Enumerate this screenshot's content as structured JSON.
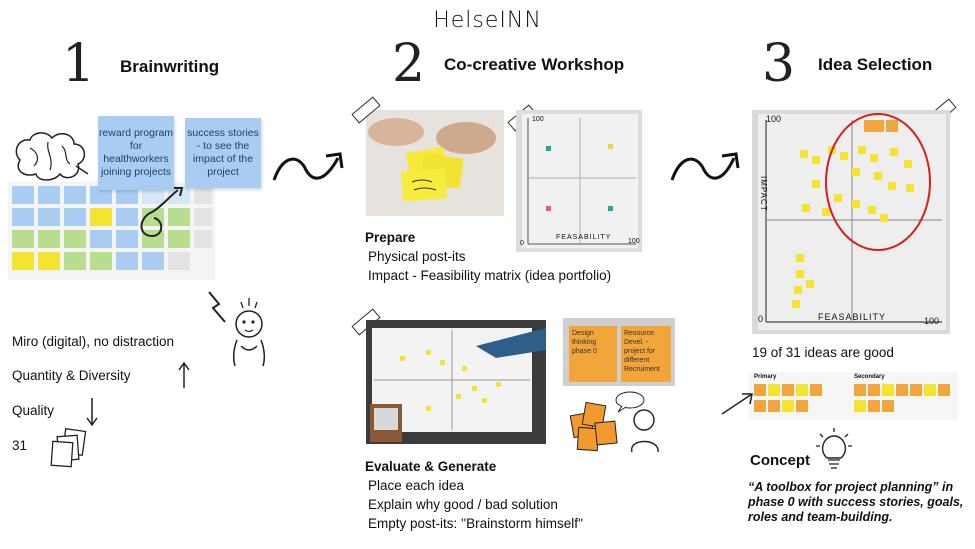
{
  "header": {
    "title": "HelseINN"
  },
  "phase1": {
    "number": "1",
    "title": "Brainwriting",
    "note_a": "reward program for healthworkers joining projects",
    "note_b": "success stories - to see the impact of the project",
    "lines": [
      "Miro (digital), no distraction",
      "Quantity & Diversity",
      "Quality",
      "31"
    ]
  },
  "phase2": {
    "number": "2",
    "title": "Co-creative Workshop",
    "prepare": {
      "heading": "Prepare",
      "items": [
        "Physical post-its",
        "Impact - Feasibility matrix (idea portfolio)"
      ]
    },
    "matrix": {
      "axis_max_y": "100",
      "axis_max_x": "100",
      "origin": "0",
      "x_label": "FEASABILITY"
    },
    "photo_note_a": "Design thinking phase 0",
    "photo_note_b": "Resource Devel. - project for different Recruiment",
    "evaluate": {
      "heading": "Evaluate & Generate",
      "items": [
        "Place each idea",
        "Explain why good / bad solution",
        "Empty post-its: ''Brainstorm himself''"
      ]
    }
  },
  "phase3": {
    "number": "3",
    "title": "Idea Selection",
    "matrix": {
      "axis_max_y": "100",
      "axis_max_x": "100",
      "origin": "0",
      "y_label": "IMPACT",
      "x_label": "FEASABILITY"
    },
    "summary": "19 of 31 ideas are good",
    "board_primary": "Primary",
    "board_secondary": "Secondary",
    "concept_heading": "Concept",
    "concept_quote": "“A toolbox for project planning” in phase 0 with success stories, goals, roles and team-building."
  },
  "colors": {
    "blue_note": "#a9cdf2",
    "yellow_note": "#f5e332",
    "orange_note": "#f2a53a",
    "selection_circle": "#d41f1f"
  }
}
